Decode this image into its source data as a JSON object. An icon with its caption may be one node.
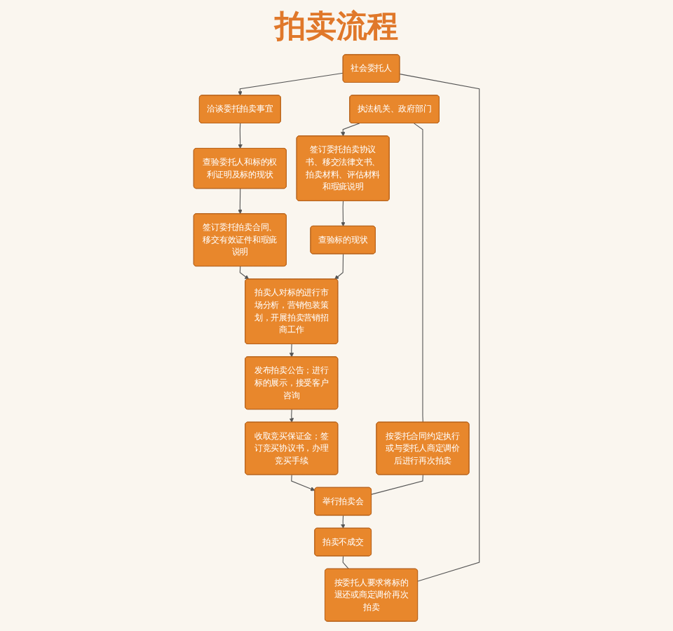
{
  "diagram": {
    "title": "拍卖流程",
    "nodes": [
      {
        "text": [
          "社会委托人"
        ]
      },
      {
        "text": [
          "洽谈委托拍卖事宜"
        ]
      },
      {
        "text": [
          "查验委托人和标的权利证明及标的现状"
        ]
      },
      {
        "text": [
          "签订委托拍卖合同、移交有效证件和瑕疵说明"
        ]
      },
      {
        "text": [
          "执法机关、政府部门"
        ]
      },
      {
        "text": [
          "签订委托拍卖协议书、移交法律文书、拍卖材料、评估材料和瑕疵说明"
        ]
      },
      {
        "text": [
          "查验标的现状"
        ]
      },
      {
        "text": [
          "按委托人要求将标的退还或商定调价再次拍卖"
        ]
      },
      {
        "text": [
          "拍卖人对标的进行市场分析，营销包装策划，开展拍卖营销招商工作"
        ]
      },
      {
        "text": [
          "发布拍卖公告；进行标的展示，接受客户咨询"
        ]
      },
      {
        "text": [
          "收取竞买保证金；签订竞买协议书，办理竞买手续"
        ]
      },
      {
        "text": [
          "举行拍卖会"
        ]
      },
      {
        "text": [
          "拍卖不成交"
        ]
      },
      {
        "text": [
          "按委托合同约定执行或与委托人商定调价后进行再次拍卖"
        ]
      }
    ],
    "edges": [
      {
        "from": 0,
        "to": 1,
        "arrow": "to"
      },
      {
        "from": 1,
        "to": 2,
        "arrow": "to"
      },
      {
        "from": 2,
        "to": 3,
        "arrow": "to"
      },
      {
        "from": 3,
        "to": 8,
        "arrow": "to"
      },
      {
        "from": 4,
        "to": 5,
        "arrow": "to"
      },
      {
        "from": 5,
        "to": 6,
        "arrow": "to"
      },
      {
        "from": 6,
        "to": 8,
        "arrow": "to"
      },
      {
        "from": 8,
        "to": 9,
        "arrow": "to"
      },
      {
        "from": 9,
        "to": 10,
        "arrow": "to"
      },
      {
        "from": 10,
        "to": 11,
        "arrow": "to"
      },
      {
        "from": 11,
        "to": 12,
        "arrow": "to"
      },
      {
        "from": 12,
        "to": 7,
        "arrow": "none"
      },
      {
        "from": 7,
        "to": 0,
        "arrow": "none"
      },
      {
        "from": 4,
        "to": 13,
        "arrow": "none"
      },
      {
        "from": 13,
        "to": 11,
        "arrow": "none"
      }
    ]
  }
}
